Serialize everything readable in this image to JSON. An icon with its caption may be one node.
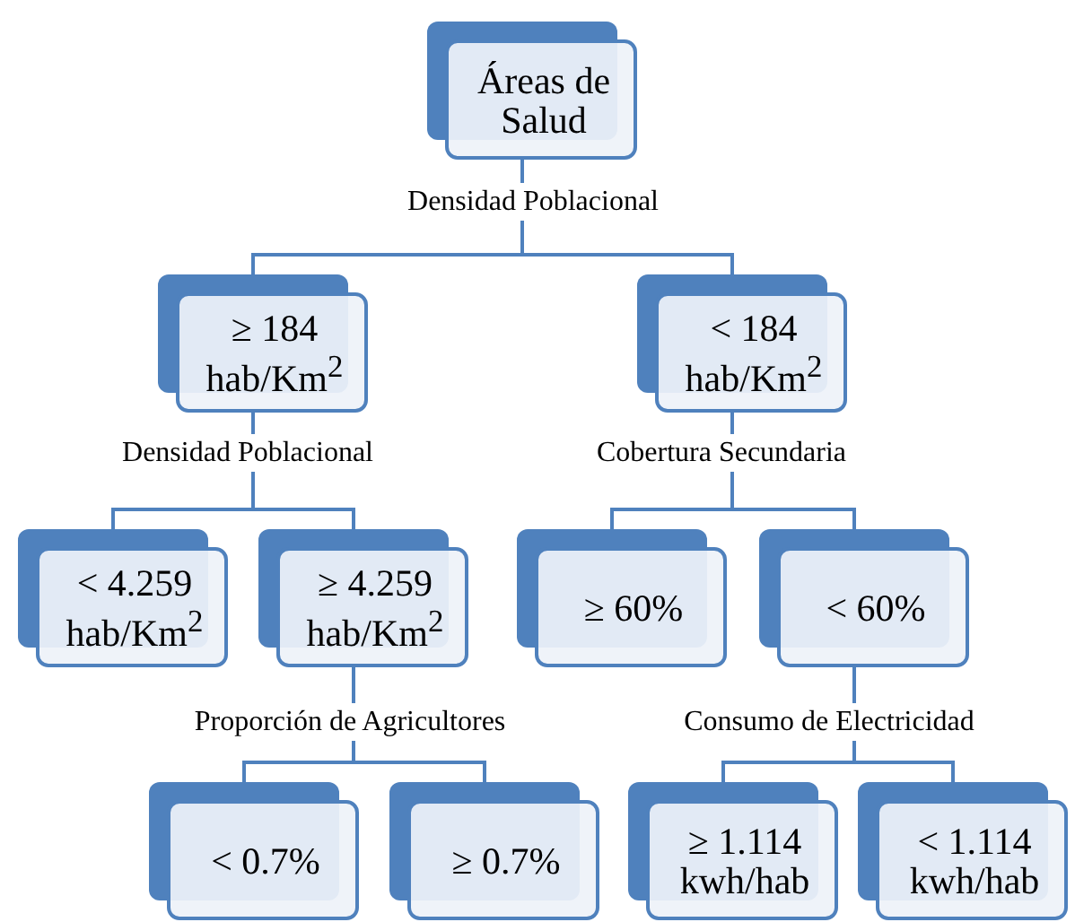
{
  "diagram": {
    "nodes": [
      {
        "text": [
          "Áreas de Salud"
        ]
      },
      {
        "text": [
          "Densidad Poblacional"
        ]
      },
      {
        "text": [
          "≥ 184 hab/Km$^{2}$"
        ]
      },
      {
        "text": [
          "< 184 hab/Km$^{2}$"
        ]
      },
      {
        "text": [
          "Densidad Poblacional"
        ]
      },
      {
        "text": [
          "Cobertura Secundaria"
        ]
      },
      {
        "text": [
          "< 4.259 hab/Km$^{2}$"
        ]
      },
      {
        "text": [
          "≥ 4.259 hab/Km$^{2}$"
        ]
      },
      {
        "text": [
          "≥ 60%"
        ]
      },
      {
        "text": [
          "< 60%"
        ]
      },
      {
        "text": [
          "Proporción de Agricultores"
        ]
      },
      {
        "text": [
          "Consumo de Electricidad"
        ]
      },
      {
        "text": [
          "< 0.7%"
        ]
      },
      {
        "text": [
          "≥ 0.7%"
        ]
      },
      {
        "text": [
          "≥ 1.114 kwh/hab"
        ]
      },
      {
        "text": [
          "< 1.114 kwh/hab"
        ]
      }
    ],
    "edges": [
      {
        "from": 0,
        "to": 1,
        "arrow": "none"
      },
      {
        "from": 1,
        "to": 2,
        "arrow": "none"
      },
      {
        "from": 1,
        "to": 3,
        "arrow": "none"
      },
      {
        "from": 2,
        "to": 4,
        "arrow": "none"
      },
      {
        "from": 3,
        "to": 5,
        "arrow": "none"
      },
      {
        "from": 4,
        "to": 6,
        "arrow": "none"
      },
      {
        "from": 4,
        "to": 7,
        "arrow": "none"
      },
      {
        "from": 5,
        "to": 8,
        "arrow": "none"
      },
      {
        "from": 5,
        "to": 9,
        "arrow": "none"
      },
      {
        "from": 7,
        "to": 10,
        "arrow": "none"
      },
      {
        "from": 9,
        "to": 11,
        "arrow": "none"
      },
      {
        "from": 10,
        "to": 12,
        "arrow": "none"
      },
      {
        "from": 10,
        "to": 13,
        "arrow": "none"
      },
      {
        "from": 11,
        "to": 14,
        "arrow": "none"
      },
      {
        "from": 11,
        "to": 15,
        "arrow": "none"
      }
    ]
  }
}
